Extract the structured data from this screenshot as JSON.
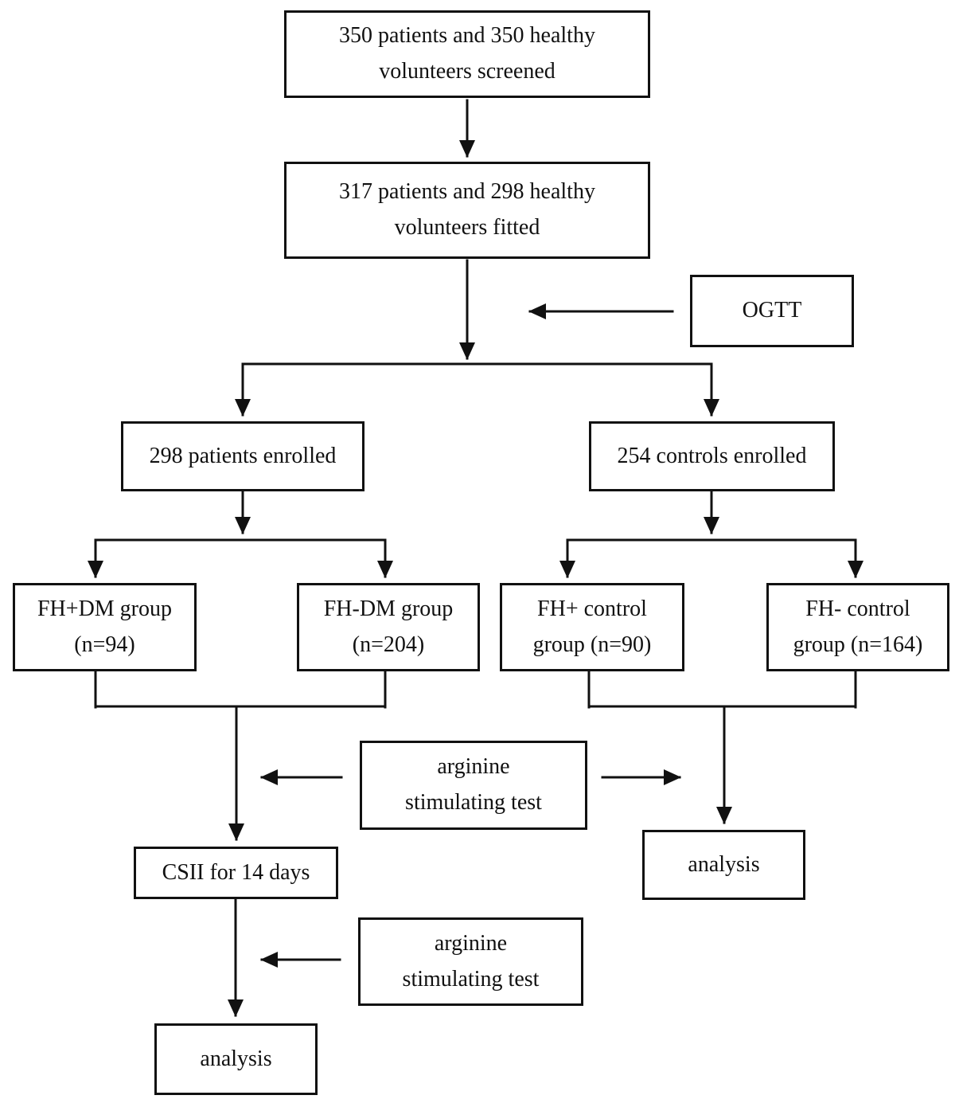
{
  "figure": {
    "colors": {
      "line": "#111111",
      "box_bg": "#ffffff",
      "page_bg": "#ffffff"
    },
    "nodes": {
      "screened": "350 patients and 350 healthy\nvolunteers screened",
      "fitted": "317 patients and 298 healthy\nvolunteers fitted",
      "ogtt": "OGTT",
      "patients_enrolled": "298 patients enrolled",
      "controls_enrolled": "254 controls enrolled",
      "fh_pos_dm_group": "FH+DM group\n(n=94)",
      "fh_neg_dm_group": "FH-DM group\n(n=204)",
      "fh_pos_control_group": "FH+ control\ngroup (n=90)",
      "fh_neg_control_group": "FH- control\ngroup (n=164)",
      "arginine_test_upper": "arginine\nstimulating test",
      "analysis_controls": "analysis",
      "csii": "CSII for 14 days",
      "arginine_test_lower": "arginine\nstimulating test",
      "analysis_patients": "analysis"
    }
  }
}
